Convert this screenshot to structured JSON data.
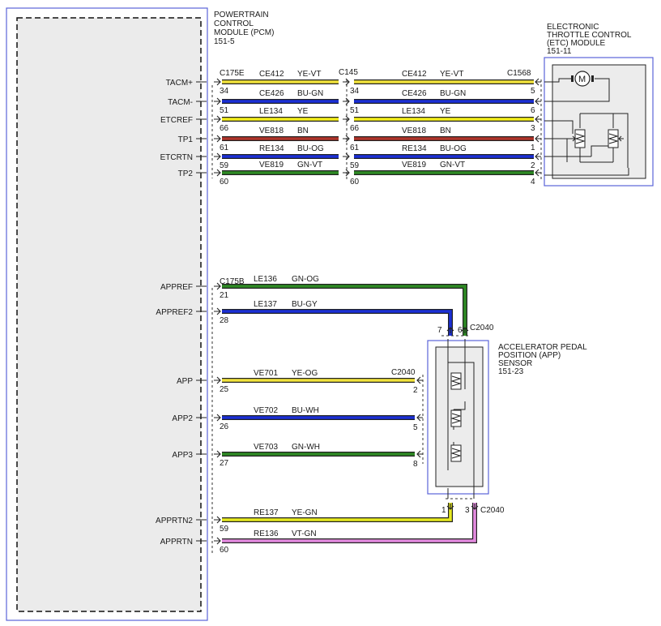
{
  "pcm": {
    "title": [
      "POWERTRAIN",
      "CONTROL",
      "MODULE (PCM)",
      "151-5"
    ]
  },
  "etc": {
    "title": [
      "ELECTRONIC",
      "THROTTLE CONTROL",
      "(ETC) MODULE",
      "151-11"
    ],
    "motor_symbol": "M"
  },
  "app": {
    "title": [
      "ACCELERATOR PEDAL",
      "POSITION (APP)",
      "SENSOR",
      "151-23"
    ]
  },
  "connectors": {
    "pcm_top": "C175E",
    "inline": "C145",
    "etc": "C1568",
    "pcm_bottom": "C175B",
    "app_top": "C2040",
    "app_left": "C2040",
    "app_bottom": "C2040"
  },
  "etc_circuits": [
    {
      "signal": "TACM+",
      "circuit": "CE412",
      "color": "YE-VT",
      "pcm_pin": "34",
      "inline_pin": "34",
      "etc_pin": "5",
      "wire_hex": "#f2e33c"
    },
    {
      "signal": "TACM-",
      "circuit": "CE426",
      "color": "BU-GN",
      "pcm_pin": "51",
      "inline_pin": "51",
      "etc_pin": "6",
      "wire_hex": "#1b2fd6"
    },
    {
      "signal": "ETCREF",
      "circuit": "LE134",
      "color": "YE",
      "pcm_pin": "66",
      "inline_pin": "66",
      "etc_pin": "3",
      "wire_hex": "#f4ef1c"
    },
    {
      "signal": "TP1",
      "circuit": "VE818",
      "color": "BN",
      "pcm_pin": "61",
      "inline_pin": "61",
      "etc_pin": "1",
      "wire_hex": "#b0342a"
    },
    {
      "signal": "ETCRTN",
      "circuit": "RE134",
      "color": "BU-OG",
      "pcm_pin": "59",
      "inline_pin": "59",
      "etc_pin": "2",
      "wire_hex": "#1b2fd6"
    },
    {
      "signal": "TP2",
      "circuit": "VE819",
      "color": "GN-VT",
      "pcm_pin": "60",
      "inline_pin": "60",
      "etc_pin": "4",
      "wire_hex": "#2e8a24"
    }
  ],
  "app_circuits": [
    {
      "signal": "APPREF",
      "circuit": "LE136",
      "color": "GN-OG",
      "pcm_pin": "21",
      "app_pin": "6",
      "wire_hex": "#2e8a24"
    },
    {
      "signal": "APPREF2",
      "circuit": "LE137",
      "color": "BU-GY",
      "pcm_pin": "28",
      "app_pin": "7",
      "wire_hex": "#1b2fd6"
    },
    {
      "signal": "APP",
      "circuit": "VE701",
      "color": "YE-OG",
      "pcm_pin": "25",
      "app_pin": "2",
      "wire_hex": "#f2e33c"
    },
    {
      "signal": "APP2",
      "circuit": "VE702",
      "color": "BU-WH",
      "pcm_pin": "26",
      "app_pin": "5",
      "wire_hex": "#1b2fd6"
    },
    {
      "signal": "APP3",
      "circuit": "VE703",
      "color": "GN-WH",
      "pcm_pin": "27",
      "app_pin": "8",
      "wire_hex": "#2e8a24"
    },
    {
      "signal": "APPRTN2",
      "circuit": "RE137",
      "color": "YE-GN",
      "pcm_pin": "59",
      "app_pin": "1",
      "wire_hex": "#e7ea20"
    },
    {
      "signal": "APPRTN",
      "circuit": "RE136",
      "color": "VT-GN",
      "pcm_pin": "60",
      "app_pin": "3",
      "wire_hex": "#e48be0"
    }
  ]
}
